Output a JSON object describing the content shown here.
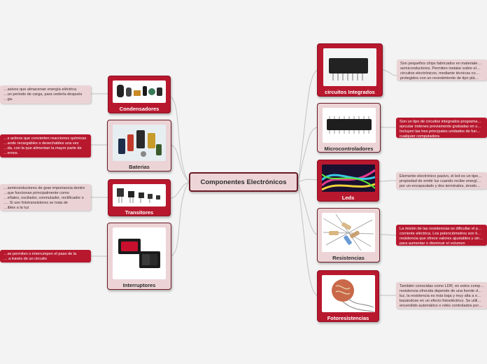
{
  "center": {
    "title": "Componentes Electrónicos"
  },
  "left_topics": [
    {
      "label": "Condensadores",
      "image_icon": "capacitors-photo",
      "desc": "…asivos que almacenan energía eléctrica\n…un periodo de carga, para cederla después\n…ga."
    },
    {
      "label": "Baterias",
      "image_icon": "batteries-photo",
      "desc": "…s activos que convierten reacciones químicas\n…ando recargables o desechables una vez\n…da, con la que alimentan la mayor parte de\n…ernos."
    },
    {
      "label": "Transitores",
      "image_icon": "transistors-photo",
      "desc": "…semiconductores de gran importancia dentro\n…que funcionan principalmente como\n…eñales, oscilador, conmutador, rectificador o\n…. Si son fototransistores se trata de\n…ibles a la luz"
    },
    {
      "label": "Interruptores",
      "image_icon": "switches-photo",
      "desc": "…se permiten o interrumpen el paso de la\n… a través de un circuito"
    }
  ],
  "right_topics": [
    {
      "label": "circuitos Integrados",
      "image_icon": "ic-chip-photo",
      "desc": "Son pequeños chips fabricados en materiale…\nsemiconductores. Permiten instalar sobre el…\ncircuitos electrónicos, mediante técnicas co…\nprotegidos con un revestimiento de tipo plá…"
    },
    {
      "label": "Microcontroladores",
      "image_icon": "microcontroller-photo",
      "desc": "Son un tipo de circuitos integrados programa…\nejecutar órdenes previamente grabadas en s…\nIncluyen las tres principales unidades de fun…\ncualquier computadora"
    },
    {
      "label": "Leds",
      "image_icon": "led-strip-photo",
      "desc": "Elemento electrónico pasivo, el led es un tipo…\npropiedad de emitir luz cuando recibe energí…\npor un encapsulado y dos terminales, ánodo…"
    },
    {
      "label": "Resistencias",
      "image_icon": "resistors-photo",
      "desc": "La misión de las resistencias es dificultar el p…\ncorriente eléctrica. Los potenciómetros son ti…\nresistencia que ofrece valores ajustables y sin…\npara aumentar o disminuir el volumen"
    },
    {
      "label": "Fotoresistencias",
      "image_icon": "photoresistor-photo",
      "desc": "También conocidas como LDR, en estos comp…\nresistencia ofrecida depende de una fuente d…\nluz, la resistencia es más baja y muy alta a o…\nbasándose en un efecto fotoeléctrico. Se utili…\nencendido automático o relés controlados por…"
    }
  ],
  "colors": {
    "dark_red": "#b8182e",
    "light_pink": "#ecd4d6",
    "border": "#6a1a25",
    "connector": "#c8c8c8"
  }
}
